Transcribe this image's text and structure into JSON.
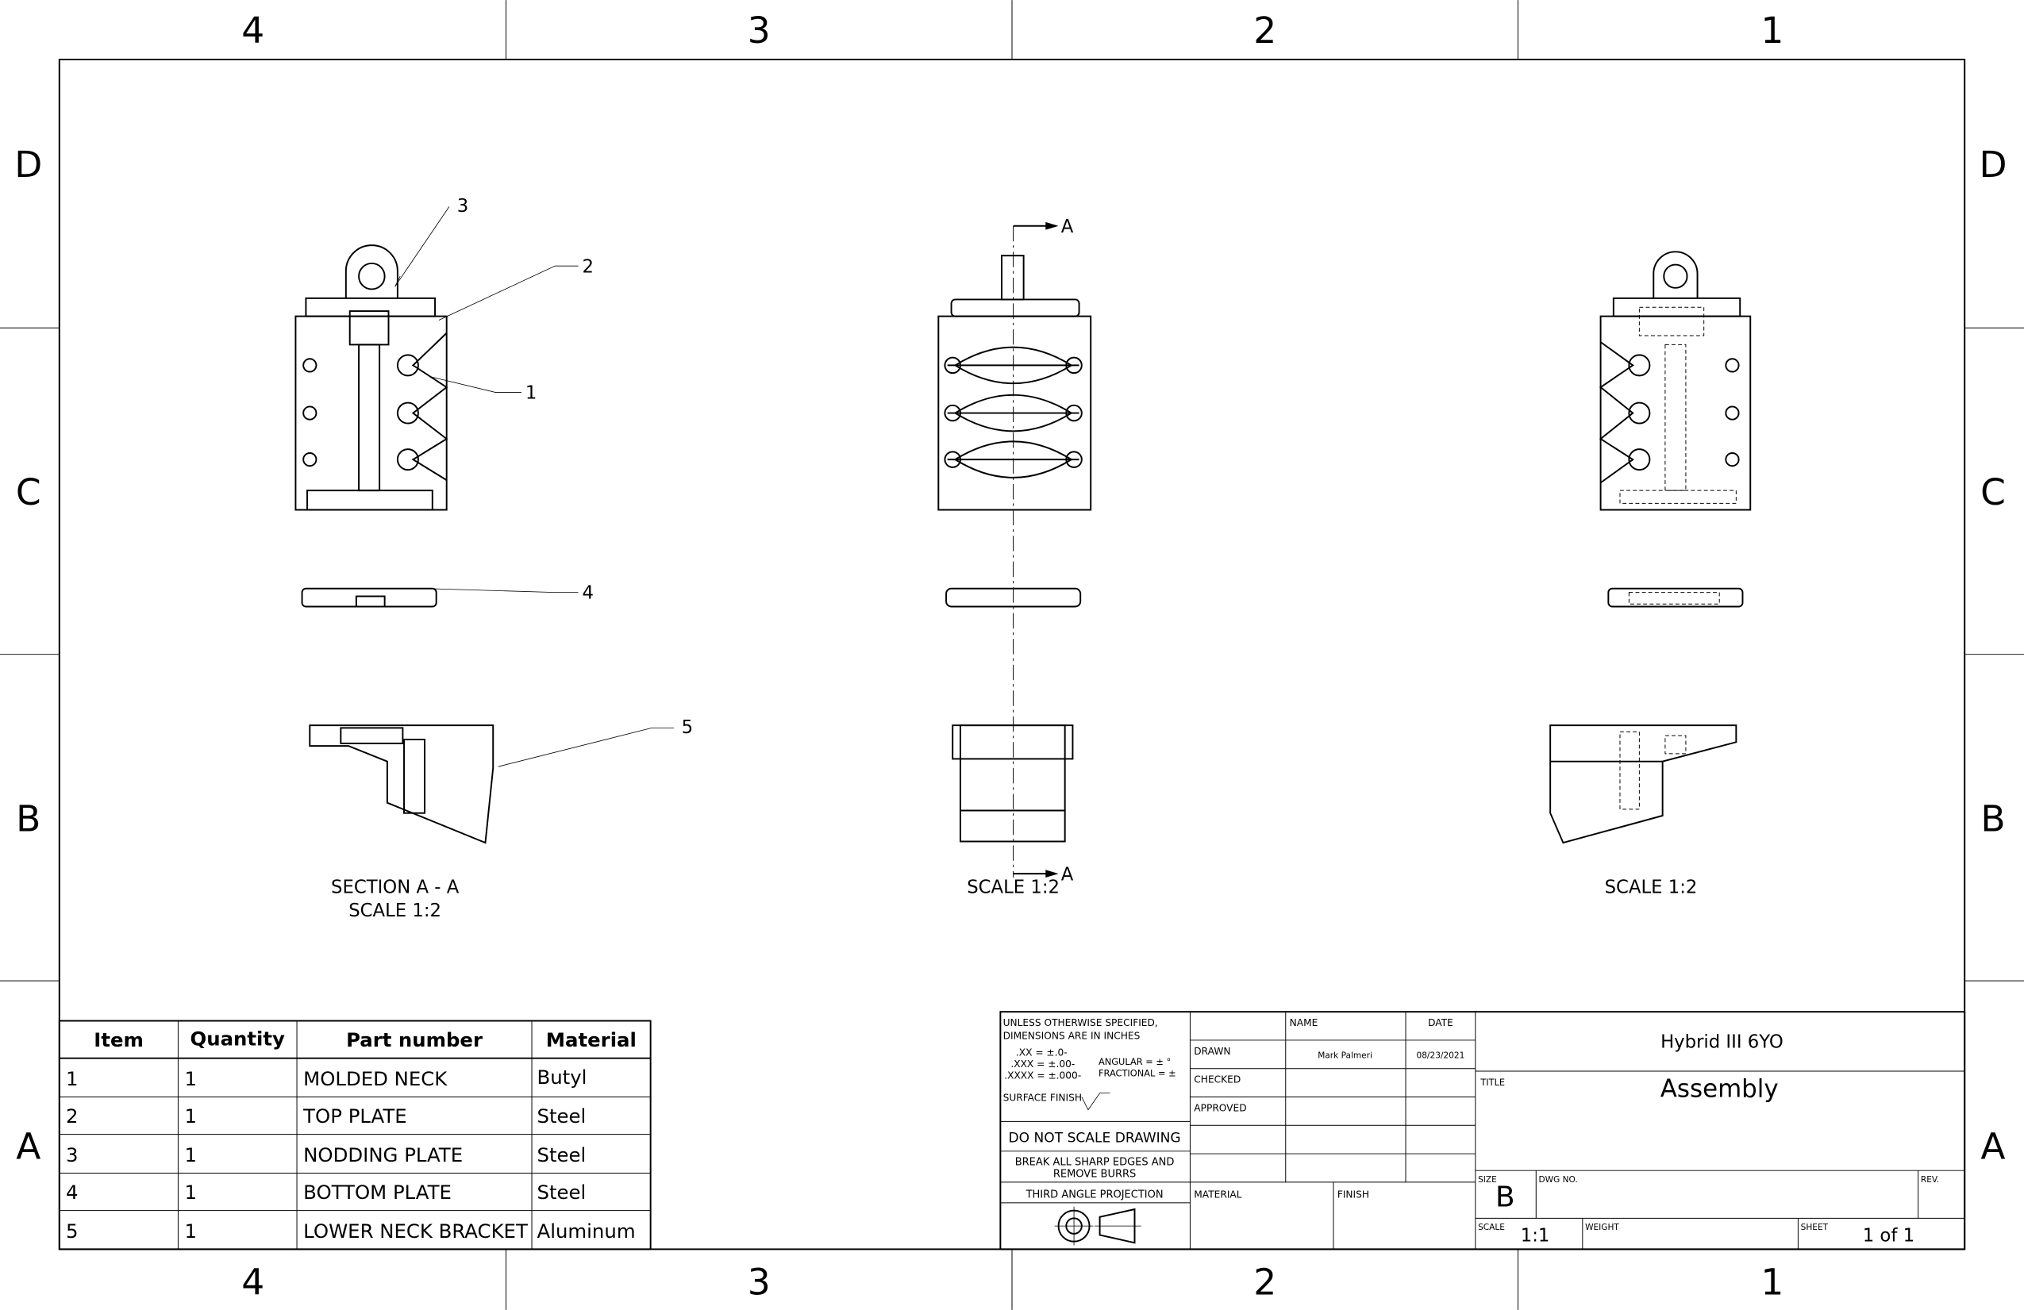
{
  "zones": {
    "columns": [
      "4",
      "3",
      "2",
      "1"
    ],
    "rows": [
      "D",
      "C",
      "B",
      "A"
    ]
  },
  "views": {
    "section": {
      "title": "SECTION A - A",
      "scale": "SCALE 1:2"
    },
    "front": {
      "scale": "SCALE 1:2",
      "cut_label": "A"
    },
    "side": {
      "scale": "SCALE 1:2"
    }
  },
  "balloons": [
    "1",
    "2",
    "3",
    "4",
    "5"
  ],
  "bom": {
    "headers": [
      "Item",
      "Quantity",
      "Part number",
      "Material"
    ],
    "rows": [
      {
        "item": "1",
        "qty": "1",
        "part": "MOLDED NECK",
        "material": "Butyl"
      },
      {
        "item": "2",
        "qty": "1",
        "part": "TOP PLATE",
        "material": "Steel"
      },
      {
        "item": "3",
        "qty": "1",
        "part": "NODDING PLATE",
        "material": "Steel"
      },
      {
        "item": "4",
        "qty": "1",
        "part": "BOTTOM PLATE",
        "material": "Steel"
      },
      {
        "item": "5",
        "qty": "1",
        "part": "LOWER NECK BRACKET",
        "material": "Aluminum"
      }
    ]
  },
  "title_block": {
    "notes": {
      "line1": "UNLESS OTHERWISE SPECIFIED,",
      "line2": "DIMENSIONS ARE IN INCHES",
      "xx": ".XX = ±.0-",
      "xxx": ".XXX = ±.00-",
      "xxxx": ".XXXX = ±.000-",
      "angular": "ANGULAR = ± °",
      "fractional": "FRACTIONAL = ±",
      "surface_finish": "SURFACE FINISH"
    },
    "do_not_scale": "DO NOT SCALE DRAWING",
    "break_edges_1": "BREAK ALL SHARP EDGES AND",
    "break_edges_2": "REMOVE BURRS",
    "projection": "THIRD ANGLE PROJECTION",
    "name_header": "NAME",
    "date_header": "DATE",
    "drawn_label": "DRAWN",
    "drawn_name": "Mark Palmeri",
    "drawn_date": "08/23/2021",
    "checked_label": "CHECKED",
    "approved_label": "APPROVED",
    "material_label": "MATERIAL",
    "finish_label": "FINISH",
    "company": "Hybrid III 6YO",
    "title_label": "TITLE",
    "title": "Assembly",
    "size_label": "SIZE",
    "size": "B",
    "dwg_no_label": "DWG NO.",
    "rev_label": "REV.",
    "scale_label": "SCALE",
    "scale": "1:1",
    "weight_label": "WEIGHT",
    "sheet_label": "SHEET",
    "sheet": "1 of 1"
  }
}
